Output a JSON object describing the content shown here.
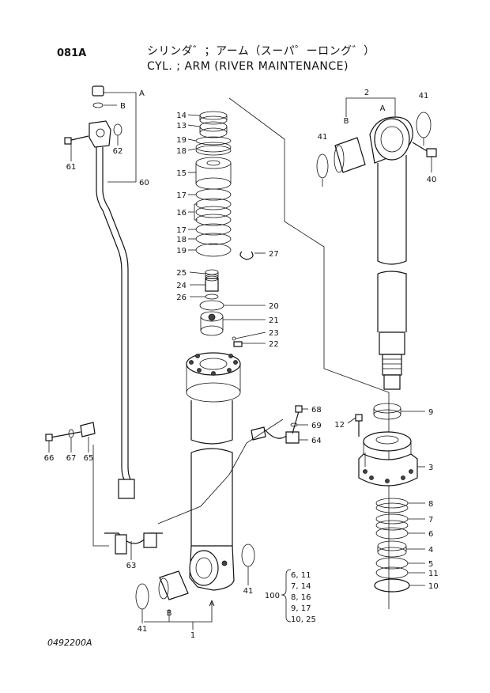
{
  "header": {
    "page_code": "081A",
    "title_jp": "シリンダ゛；アーム（スーパ゜ーロング゛）",
    "title_en": "CYL. ; ARM (RIVER MAINTENANCE)"
  },
  "drawing_number": "0492200A",
  "callouts": [
    "14",
    "13",
    "19",
    "18",
    "15",
    "17",
    "16",
    "17",
    "18",
    "19",
    "27",
    "25",
    "24",
    "26",
    "20",
    "21",
    "23",
    "22",
    "68",
    "69",
    "64",
    "66",
    "67",
    "65",
    "63",
    "41",
    "41",
    "1",
    "A",
    "B",
    "A",
    "B",
    "60",
    "61",
    "62",
    "2",
    "A",
    "B",
    "41",
    "41",
    "40",
    "12",
    "9",
    "3",
    "8",
    "7",
    "6",
    "4",
    "5",
    "11",
    "10"
  ],
  "kit_100": {
    "label": "100",
    "rows": [
      "6, 11",
      "7, 14",
      "8, 16",
      "9, 17",
      "10, 25"
    ]
  }
}
